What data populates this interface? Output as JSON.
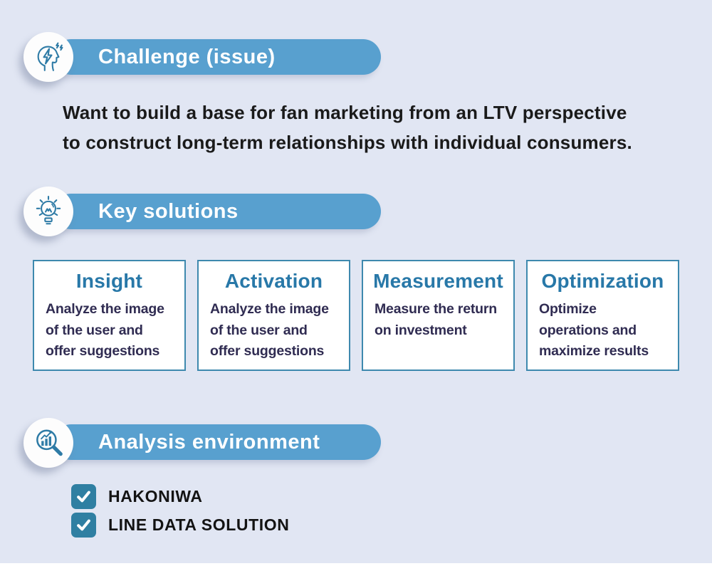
{
  "theme": {
    "bg": "#e1e6f3",
    "banner_blue": "#58a0cf",
    "icon_teal": "#2e7ba6",
    "card_border": "#3e89ae",
    "card_title": "#2878a8",
    "card_text": "#302c52",
    "checkbox_fill": "#2f7fa2",
    "text_dark": "#1a1a1a"
  },
  "sections": {
    "challenge": {
      "title": "Challenge (issue)",
      "icon": "head-lightning-icon",
      "description_line1": "Want to build a base for fan marketing from an LTV perspective",
      "description_line2": "to construct long-term relationships with individual consumers."
    },
    "solutions": {
      "title": "Key solutions",
      "icon": "lightbulb-icon",
      "cards": [
        {
          "title": "Insight",
          "body": "Analyze the image of the user and offer suggestions"
        },
        {
          "title": "Activation",
          "body": "Analyze the image of the user and offer suggestions"
        },
        {
          "title": "Measurement",
          "body": "Measure the return on investment"
        },
        {
          "title": "Optimization",
          "body": "Optimize operations and maximize results"
        }
      ]
    },
    "analysis": {
      "title": "Analysis environment",
      "icon": "magnifier-chart-icon",
      "items": [
        {
          "label": "HAKONIWA",
          "checked": true
        },
        {
          "label": "LINE DATA SOLUTION",
          "checked": true
        }
      ]
    }
  }
}
